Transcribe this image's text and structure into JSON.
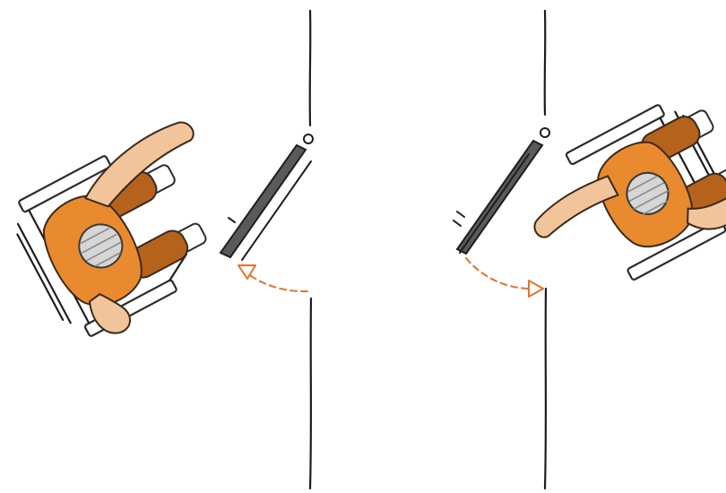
{
  "diagram": {
    "panels": [
      {
        "id": "left",
        "door_opening": "push",
        "door_side": "right"
      },
      {
        "id": "right",
        "door_opening": "push",
        "door_side": "left"
      }
    ],
    "colors": {
      "shirt": "#e98a2e",
      "pants": "#b5621c",
      "skin": "#f2c49b",
      "helmet": "#d6d6d6",
      "door": "#5a5a5a",
      "swing_arrow": "#e8702a",
      "wall_line": "#1e1e1e"
    }
  }
}
